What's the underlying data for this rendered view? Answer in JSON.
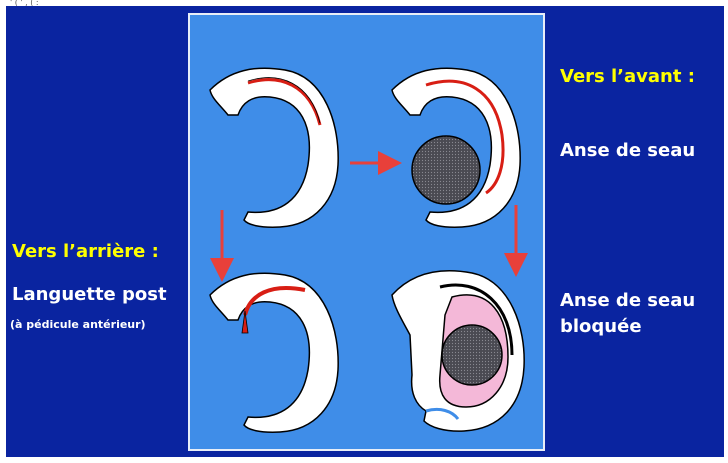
{
  "header": {
    "fragment": "' ( ' , ( :"
  },
  "labels": {
    "forward_title": "Vers l’avant :",
    "bucket_handle": "Anse de seau",
    "bucket_handle_blocked_line1": "Anse de seau",
    "bucket_handle_blocked_line2": "bloquée",
    "backward_title": "Vers l’arrière :",
    "posterior_flap": "Languette post",
    "posterior_flap_note": "(à pédicule antérieur)"
  },
  "colors": {
    "slide_background": "#0a24a0",
    "panel_background": "#3f8de8",
    "title_yellow": "#ffff00",
    "arrow_red": "#e8403a",
    "tear_red": "#d81e14",
    "blocked_pink": "#f4b8d8",
    "condyle_gray": "#4a4a52"
  }
}
